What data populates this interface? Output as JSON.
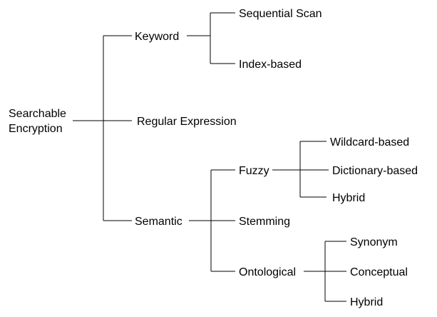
{
  "tree": {
    "root": {
      "line1": "Searchable",
      "line2": "Encryption"
    },
    "keyword": {
      "label": "Keyword",
      "children": [
        "Sequential Scan",
        "Index-based"
      ]
    },
    "regex": {
      "label": "Regular Expression"
    },
    "semantic": {
      "label": "Semantic",
      "fuzzy": {
        "label": "Fuzzy",
        "children": [
          "Wildcard-based",
          "Dictionary-based",
          "Hybrid"
        ]
      },
      "stemming": {
        "label": "Stemming"
      },
      "ontological": {
        "label": "Ontological",
        "children": [
          "Synonym",
          "Conceptual",
          "Hybrid"
        ]
      }
    }
  }
}
